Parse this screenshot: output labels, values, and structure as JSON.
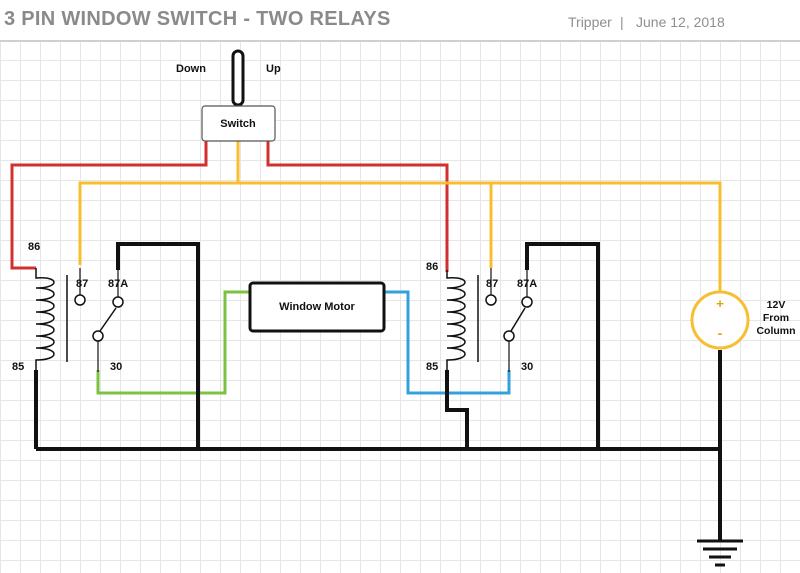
{
  "header": {
    "title": "3 PIN WINDOW SWITCH - TWO RELAYS",
    "author": "Tripper",
    "separator": "|",
    "date": "June 12, 2018"
  },
  "switch": {
    "label": "Switch",
    "down_label": "Down",
    "up_label": "Up"
  },
  "relay_left": {
    "pin_86": "86",
    "pin_85": "85",
    "pin_87": "87",
    "pin_87a": "87A",
    "pin_30": "30"
  },
  "relay_right": {
    "pin_86": "86",
    "pin_85": "85",
    "pin_87": "87",
    "pin_87a": "87A",
    "pin_30": "30"
  },
  "motor": {
    "label": "Window Motor"
  },
  "battery": {
    "plus": "+",
    "minus": "-",
    "label_line1": "12V",
    "label_line2": "From",
    "label_line3": "Column"
  },
  "colors": {
    "red_wire": "#d32f2f",
    "yellow_wire": "#f7be32",
    "green_wire": "#7cc242",
    "blue_wire": "#33a1dc",
    "black_wire": "#111111",
    "battery_outline": "#f7be32"
  }
}
